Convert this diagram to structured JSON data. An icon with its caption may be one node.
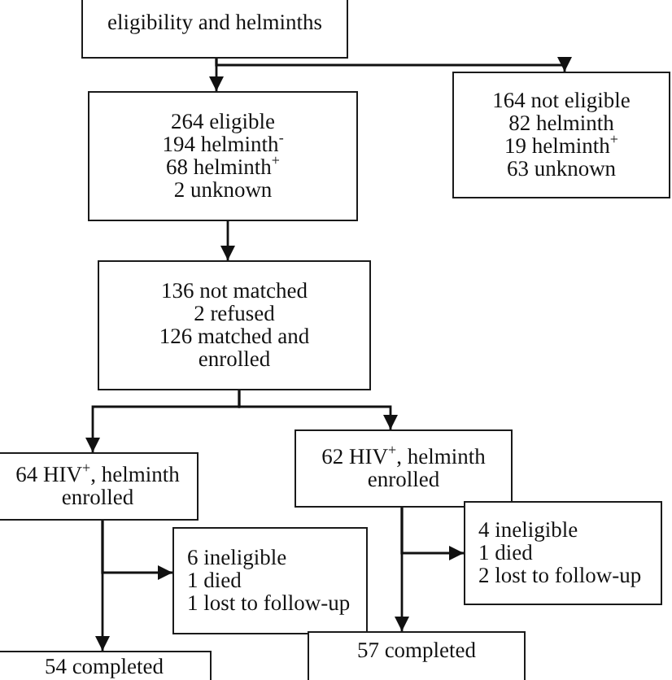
{
  "diagram": {
    "nodes": [
      {
        "text": [
          "eligibility and helminths"
        ]
      },
      {
        "text": [
          "264 eligible",
          "194 helminth$^{-}$",
          "68 helminth$^{+}$",
          "2 unknown"
        ]
      },
      {
        "text": [
          "164 not eligible",
          "82 helminth",
          "19 helminth$^{+}$",
          "63 unknown"
        ]
      },
      {
        "text": [
          "136 not matched",
          "2 refused",
          "126 matched and enrolled"
        ]
      },
      {
        "text": [
          "64 HIV$^{+}$, helminth enrolled"
        ]
      },
      {
        "text": [
          "62 HIV$^{+}$, helminth enrolled"
        ]
      },
      {
        "text": [
          "6 ineligible",
          "1 died",
          "1 lost to follow-up"
        ]
      },
      {
        "text": [
          "4 ineligible",
          "1 died",
          "2 lost to follow-up"
        ]
      },
      {
        "text": [
          "54 completed"
        ]
      },
      {
        "text": [
          "57 completed"
        ]
      }
    ],
    "edges": [
      {
        "from": 0,
        "to": 1,
        "arrow": "to"
      },
      {
        "from": 0,
        "to": 2,
        "arrow": "to"
      },
      {
        "from": 1,
        "to": 3,
        "arrow": "to"
      },
      {
        "from": 3,
        "to": 4,
        "arrow": "to"
      },
      {
        "from": 3,
        "to": 5,
        "arrow": "to"
      },
      {
        "from": 4,
        "to": 6,
        "arrow": "to"
      },
      {
        "from": 4,
        "to": 8,
        "arrow": "to"
      },
      {
        "from": 5,
        "to": 7,
        "arrow": "to"
      },
      {
        "from": 5,
        "to": 9,
        "arrow": "to"
      }
    ]
  }
}
